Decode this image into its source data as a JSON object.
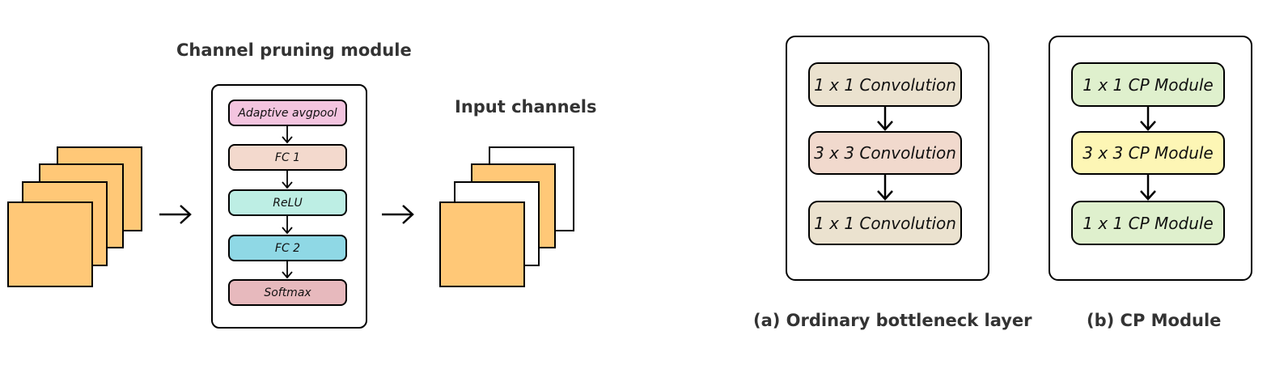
{
  "left": {
    "title": "Channel pruning module",
    "steps": [
      {
        "label": "Adaptive avgpool",
        "color": "#f3c4df"
      },
      {
        "label": "FC 1",
        "color": "#f3d9cd"
      },
      {
        "label": "ReLU",
        "color": "#bdeee4"
      },
      {
        "label": "FC 2",
        "color": "#8fd8e5"
      },
      {
        "label": "Softmax",
        "color": "#e7b9bd"
      }
    ],
    "output_title": "Input channels",
    "feature_color": "#ffc877"
  },
  "right": {
    "ordinary": {
      "caption": "(a) Ordinary bottleneck layer",
      "layers": [
        {
          "label": "1 x 1 Convolution",
          "color": "#ebe2cf"
        },
        {
          "label": "3 x 3 Convolution",
          "color": "#f1d9cd"
        },
        {
          "label": "1 x 1 Convolution",
          "color": "#ebe2cf"
        }
      ]
    },
    "cp": {
      "caption": "(b) CP Module",
      "layers": [
        {
          "label": "1 x 1 CP Module",
          "color": "#dff0cd"
        },
        {
          "label": "3 x 3 CP Module",
          "color": "#fdf6b5"
        },
        {
          "label": "1 x 1 CP Module",
          "color": "#dff0cd"
        }
      ]
    }
  }
}
